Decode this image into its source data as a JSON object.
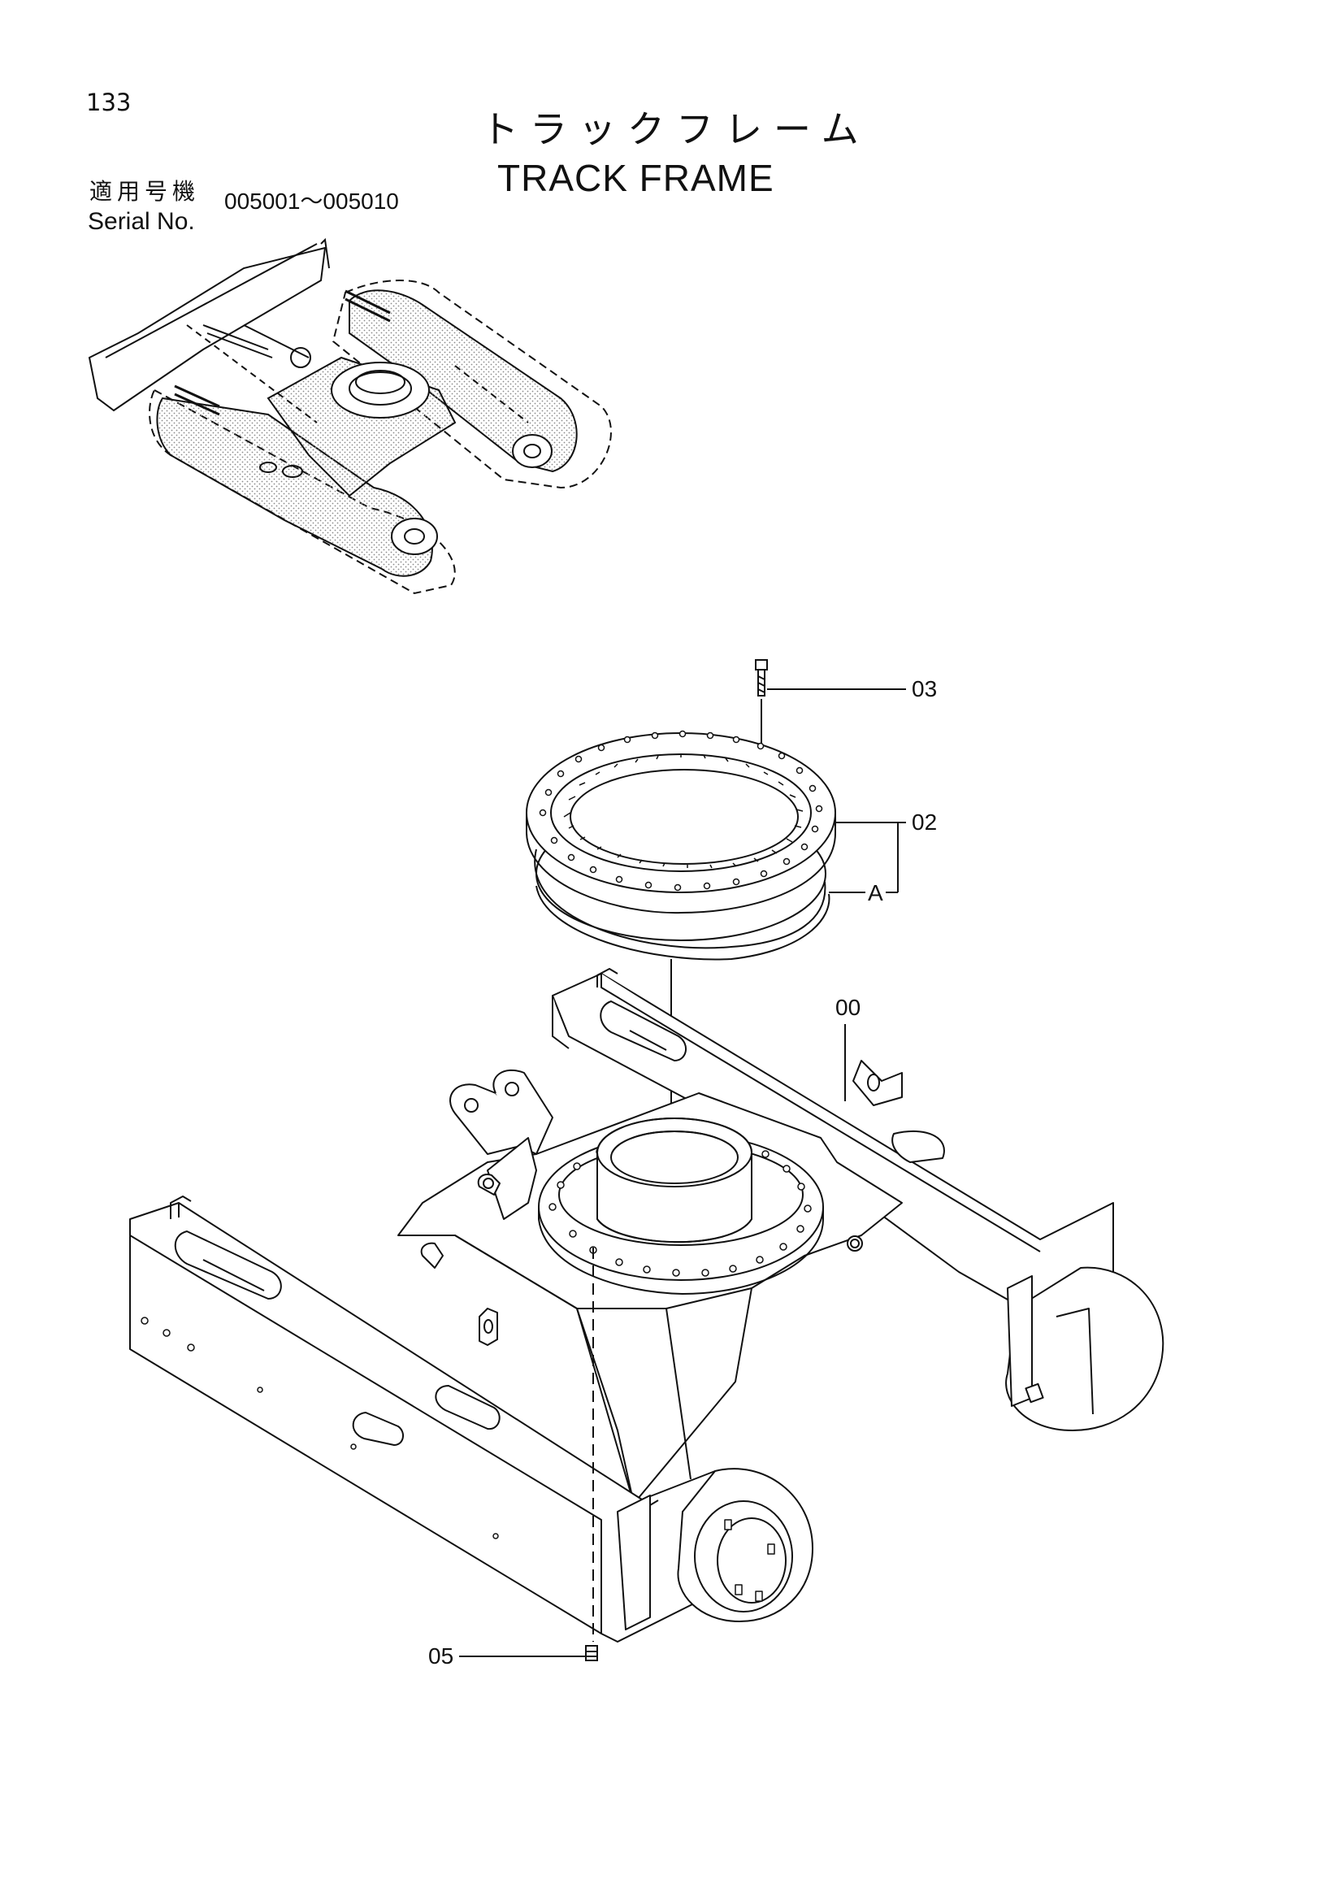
{
  "page": {
    "number": "133",
    "title_jp": "トラックフレーム",
    "title_en": "TRACK FRAME"
  },
  "serial": {
    "label_jp": "適用号機",
    "label_en": "Serial No.",
    "range": "005001～005010"
  },
  "callouts": {
    "c03": "03",
    "c02": "02",
    "cA": "A",
    "c00": "00",
    "c05": "05"
  },
  "colors": {
    "line": "#111111",
    "stipple": "#9a9a9a",
    "background": "#ffffff"
  }
}
